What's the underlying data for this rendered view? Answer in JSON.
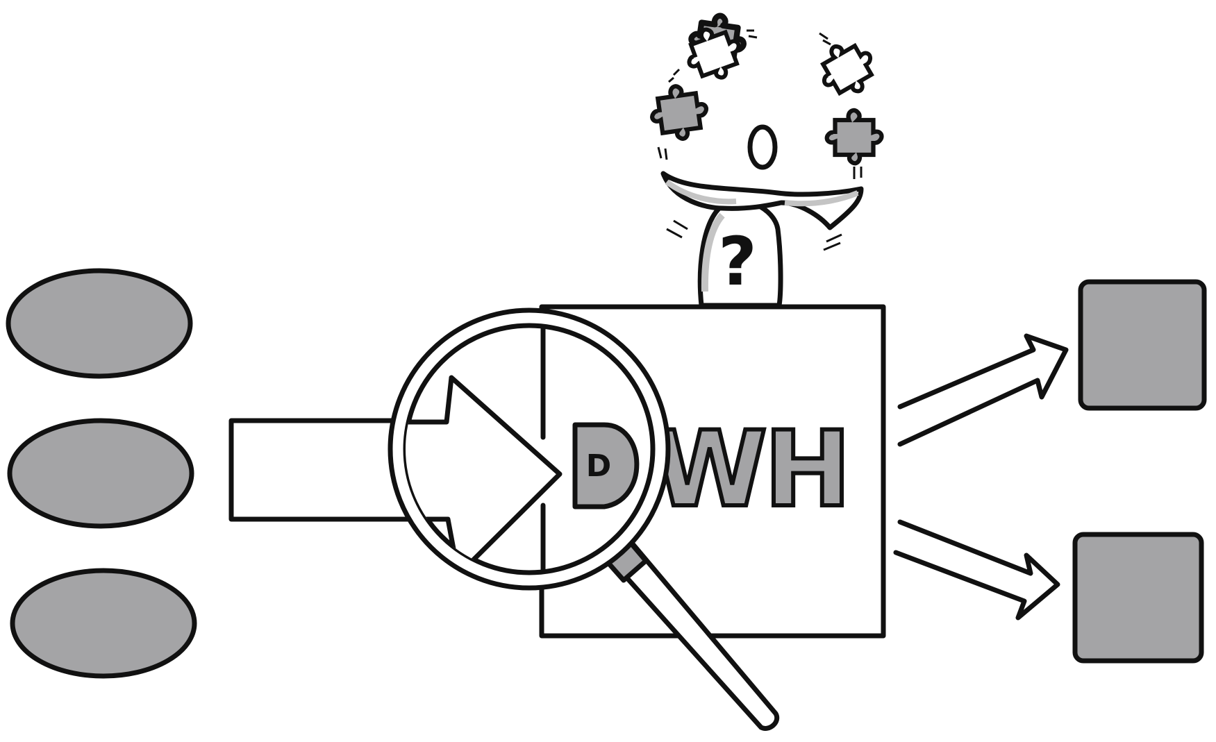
{
  "diagram": {
    "box_label_letters": [
      "D",
      "W",
      "H"
    ],
    "inner_letter": "D",
    "thinker_symbol": "?"
  },
  "colors": {
    "ink": "#111111",
    "gray_fill": "#a4a4a6",
    "shadow": "#c4c4c4",
    "paper": "#ffffff"
  },
  "icons": [
    "ellipse-source-icon",
    "arrow-icon",
    "magnifier-icon",
    "puzzle-piece-icon",
    "thinking-figure-icon",
    "square-target-icon"
  ]
}
